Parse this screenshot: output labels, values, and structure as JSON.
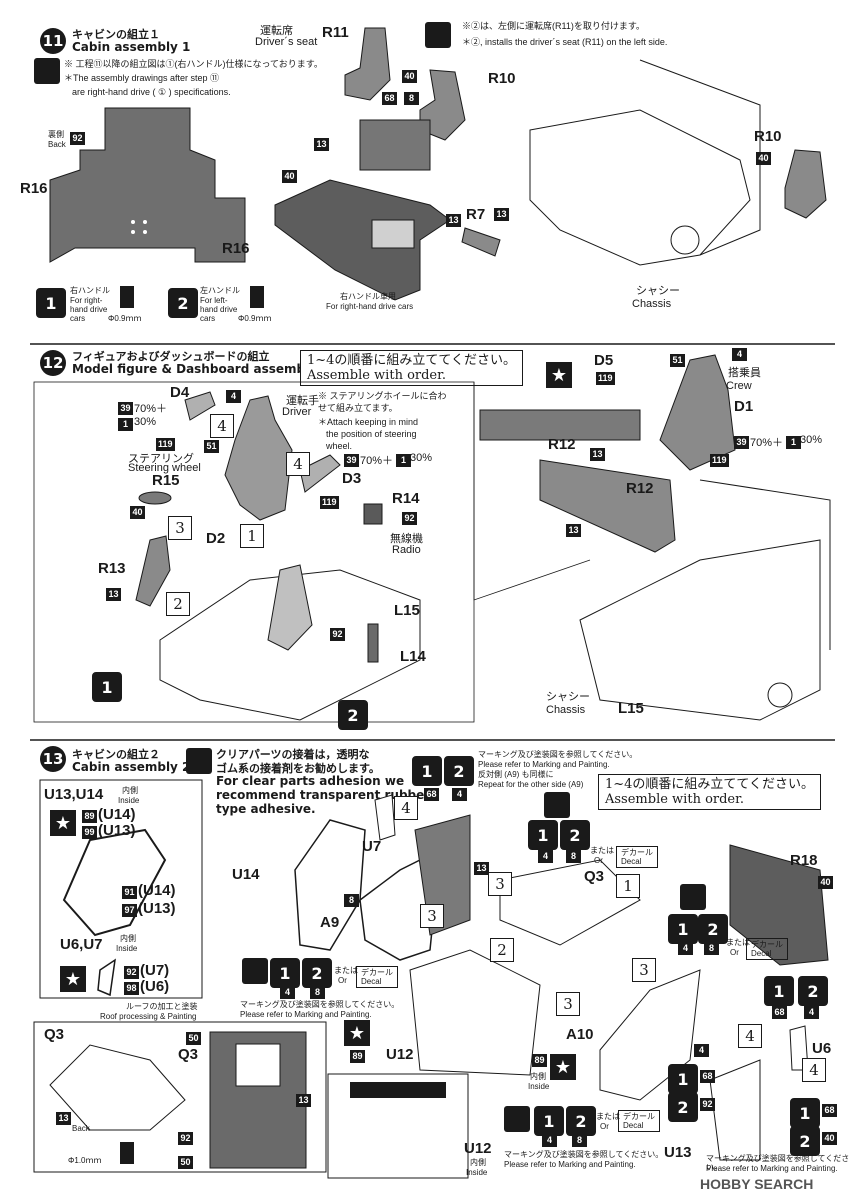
{
  "step11": {
    "num": "11",
    "title_jp": "キャビンの組立１",
    "title_en": "Cabin assembly 1",
    "note_jp": "※ 工程⑪以降の組立図は①(右ハンドル)仕様になっております。",
    "note_en1": "＊The assembly drawings after step ⑪",
    "note_en2": "are right-hand drive ( ① ) specifications.",
    "driver_seat_jp": "運転席",
    "driver_seat_en": "Driver´s seat",
    "seat_note_jp": "※②は、左側に運転席(R11)を取り付けます。",
    "seat_note_en": "＊②, installs the driver´s seat (R11) on the left side.",
    "back_jp": "裏側",
    "back_en": "Back",
    "rhd_jp": "右ハンドル",
    "rhd_en": "For right-hand drive cars",
    "lhd_jp": "左ハンドル",
    "lhd_en": "For left-hand drive cars",
    "drill1": "Φ0.9ｍｍ",
    "drill2": "Φ0.9ｍｍ",
    "rhd_only_jp": "右ハンドル車用",
    "rhd_only_en": "For right-hand drive cars",
    "chassis_jp": "シャシー",
    "chassis_en": "Chassis",
    "parts": [
      "92",
      "R16",
      "R16",
      "R11",
      "40",
      "68",
      "8",
      "R10",
      "13",
      "40",
      "13",
      "R7",
      "13",
      "R10",
      "40"
    ]
  },
  "step12": {
    "num": "12",
    "title_jp": "フィギュアおよびダッシュボードの組立",
    "title_en": "Model figure & Dashboard assembly",
    "order_jp": "1~4の順番に組み立ててください。",
    "order_en": "Assemble with order.",
    "driver_jp": "運転手",
    "driver_en": "Driver",
    "steer_note_jp": "※ ステアリングホイールに合わせて組み立てます。",
    "steer_note_en1": "＊Attach keeping in mind",
    "steer_note_en2": "the position of steering",
    "steer_note_en3": "wheel.",
    "steering_jp": "ステアリング",
    "steering_en": "Steering wheel",
    "radio_jp": "無線機",
    "radio_en": "Radio",
    "crew_jp": "搭乗員",
    "crew_en": "Crew",
    "mix1": "70%＋",
    "mix2": "30%",
    "chassis_jp": "シャシー",
    "chassis_en": "Chassis",
    "labels": [
      "D4",
      "D3",
      "D2",
      "R15",
      "R13",
      "R14",
      "L15",
      "L14",
      "D5",
      "D1",
      "R12",
      "R12",
      "L15"
    ]
  },
  "step13": {
    "num": "13",
    "title_jp": "キャビンの組立２",
    "title_en": "Cabin assembly 2",
    "clear_jp1": "クリアパーツの接着は，透明な",
    "clear_jp2": "ゴム系の接着剤をお勧めします。",
    "clear_en1": "For clear parts adhesion we",
    "clear_en2": "recommend transparent rubber",
    "clear_en3": "type adhesive.",
    "inside_jp": "内側",
    "inside_en": "Inside",
    "roof_jp": "ルーフの加工と塗装",
    "roof_en": "Roof processing & Painting",
    "marking_jp": "マーキング及び塗装図を参照してください。",
    "marking_en": "Please refer to Marking and Painting.",
    "a9_jp": "反対側 (A9) も同様に",
    "a9_en": "Repeat for the other side (A9)",
    "or_jp": "または",
    "or_en": "Or",
    "decal_jp": "デカール",
    "decal_en": "Decal",
    "order_jp": "1~4の順番に組み立ててください。",
    "order_en": "Assemble with order.",
    "back_en": "Back",
    "drill": "Φ1.0ｍｍ",
    "labels": [
      "U13,U14",
      "U6,U7",
      "U14",
      "U7",
      "A9",
      "Q3",
      "R18",
      "U12",
      "A10",
      "U6",
      "U13",
      "Q3",
      "Q3",
      "U12"
    ],
    "u14": "(U14)",
    "u13": "(U13)",
    "u7": "(U7)",
    "u6": "(U6)"
  },
  "watermark": "HOBBY SEARCH"
}
